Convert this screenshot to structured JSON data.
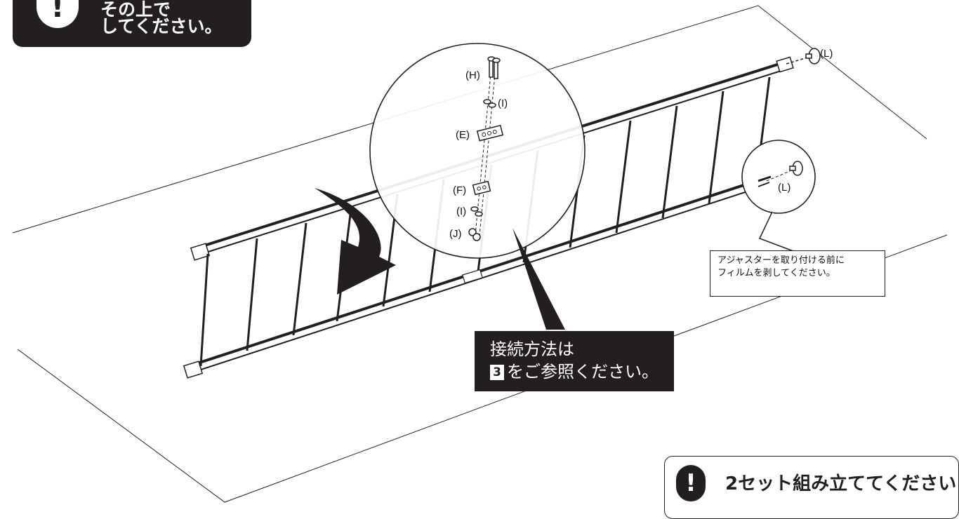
{
  "warning_badge": {
    "icon": "exclamation-icon",
    "line1": "その上で",
    "line2": "してください。"
  },
  "part_labels": {
    "h": "(H)",
    "i_top": "(I)",
    "e": "(E)",
    "f": "(F)",
    "i_bottom": "(I)",
    "j": "(J)",
    "l_top": "(L)",
    "l_side": "(L)"
  },
  "adjuster_callout": {
    "line1": "アジャスターを取り付ける前に",
    "line2": "フィルムを剥してください。"
  },
  "connection_box": {
    "line1": "接続方法は",
    "step_number": "3",
    "line2_rest": "をご参照ください。"
  },
  "bottom_note": {
    "icon": "exclamation-icon",
    "text": "2セット組み立ててください"
  },
  "colors": {
    "ink": "#231f20",
    "paper": "#ffffff"
  }
}
